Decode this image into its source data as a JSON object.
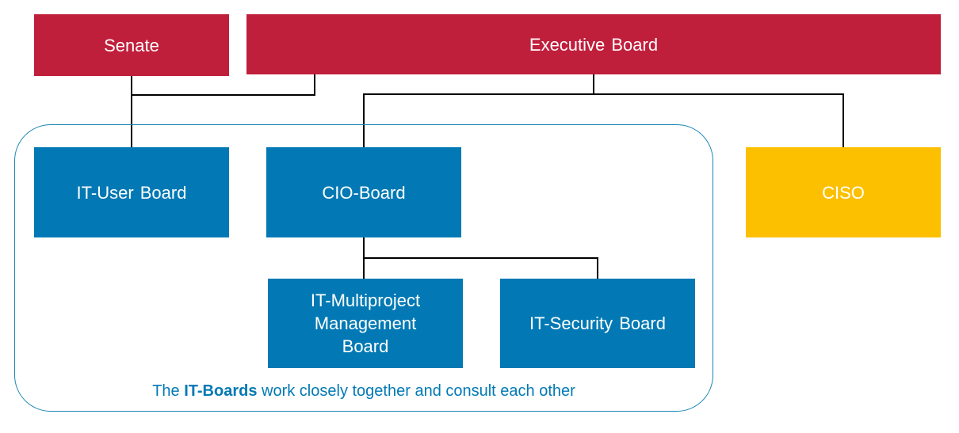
{
  "boxes": {
    "senate": "Senate",
    "executive_board": "Executive Board",
    "it_user_board": "IT-User Board",
    "cio_board": "CIO-Board",
    "ciso": "CISO",
    "it_multiproject_management_board": "IT-Multiproject Management Board",
    "it_security_board": "IT-Security Board"
  },
  "caption": {
    "prefix": "The ",
    "emphasis": "IT-Boards",
    "suffix": " work closely together and consult each other"
  },
  "colors": {
    "governance_red": "#c01f3c",
    "board_blue": "#0279b4",
    "ciso_yellow": "#fcc000",
    "frame_blue": "#1a85b5",
    "connector": "#000000"
  }
}
